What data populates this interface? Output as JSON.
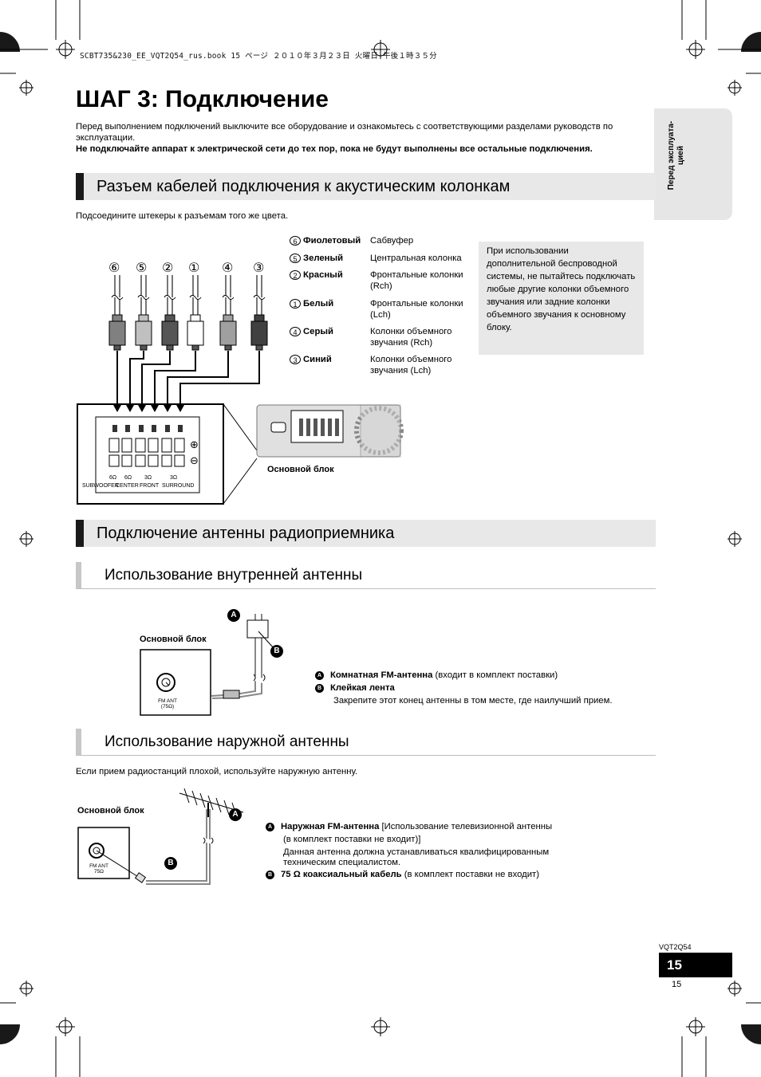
{
  "header_line": "SCBT735&230_EE_VQT2Q54_rus.book  15 ページ  ２０１０年３月２３日  火曜日  午後１時３５分",
  "title": "ШАГ 3: Подключение",
  "intro_normal": "Перед выполнением подключений выключите все оборудование и ознакомьтесь с соответствующими разделами руководств по эксплуатации.",
  "intro_bold": "Не подключайте аппарат к электрической сети до тех пор, пока не будут выполнены все остальные подключения.",
  "side_tab": [
    "Перед эксплуата-",
    "цией"
  ],
  "section1": {
    "heading": "Разъем кабелей подключения к акустическим колонкам",
    "instruction": "Подсоедините штекеры к разъемам того же цвета.",
    "plug_numbers": [
      "⑥",
      "⑤",
      "②",
      "①",
      "④",
      "③"
    ],
    "legend": [
      {
        "num": "6",
        "color": "Фиолетовый",
        "desc": "Сабвуфер"
      },
      {
        "num": "5",
        "color": "Зеленый",
        "desc": "Центральная колонка"
      },
      {
        "num": "2",
        "color": "Красный",
        "desc": "Фронтальные колонки (Rch)"
      },
      {
        "num": "1",
        "color": "Белый",
        "desc": "Фронтальные колонки (Lch)"
      },
      {
        "num": "4",
        "color": "Серый",
        "desc": "Колонки объемного звучания (Rch)"
      },
      {
        "num": "3",
        "color": "Синий",
        "desc": "Колонки объемного звучания  (Lch)"
      }
    ],
    "note": "При использовании дополнительной беспроводной системы, не пытайтесь подключать любые другие колонки объемного звучания или задние колонки объемного звучания к основному блоку.",
    "terminal_labels": {
      "ohm_row1": "6Ω",
      "ohm_row2": "6Ω",
      "ohm_row3": "3Ω",
      "ohm_row4": "3Ω",
      "subwoofer": "SUBWOOFER",
      "center": "CENTER",
      "front": "FRONT",
      "surround": "SURROUND",
      "plus": "⊕",
      "minus": "⊖"
    },
    "main_unit_label": "Основной блок"
  },
  "section2": {
    "heading": "Подключение антенны радиоприемника",
    "indoor": {
      "heading": "Использование внутренней антенны",
      "unit_label": "Основной блок",
      "jack_label_1": "FM ANT",
      "jack_label_2": "(75Ω)",
      "marker_a": "A",
      "marker_b": "B",
      "item_a_bold": "Комнатная FM-антенна",
      "item_a_rest": " (входит в комплект поставки)",
      "item_b_bold": "Клейкая лента",
      "item_b_line2": "Закрепите этот конец антенны в том месте, где наилучший прием."
    },
    "outdoor": {
      "heading": "Использование наружной антенны",
      "instruction": "Если прием радиостанций плохой, используйте наружную антенну.",
      "unit_label": "Основной блок",
      "jack_label_1": "FM ANT",
      "jack_label_2": "75Ω",
      "marker_a": "A",
      "marker_b": "B",
      "item_a_bold": "Наружная FM-антенна",
      "item_a_rest": " [Использование телевизионной антенны",
      "item_a_line2": "(в комплект поставки не входит)]",
      "item_a_line3": "Данная антенна должна устанавливаться квалифицированным",
      "item_a_line4": "техническим специалистом.",
      "item_b_bold": "75 Ω коаксиальный кабель",
      "item_b_rest": " (в комплект поставки не входит)"
    }
  },
  "footer": {
    "model": "VQT2Q54",
    "page_box": "15",
    "page_small": "15"
  },
  "colors": {
    "plug_colors": [
      "#808080",
      "#c0c0c0",
      "#555555",
      "#ffffff",
      "#a0a0a0",
      "#404040"
    ]
  }
}
